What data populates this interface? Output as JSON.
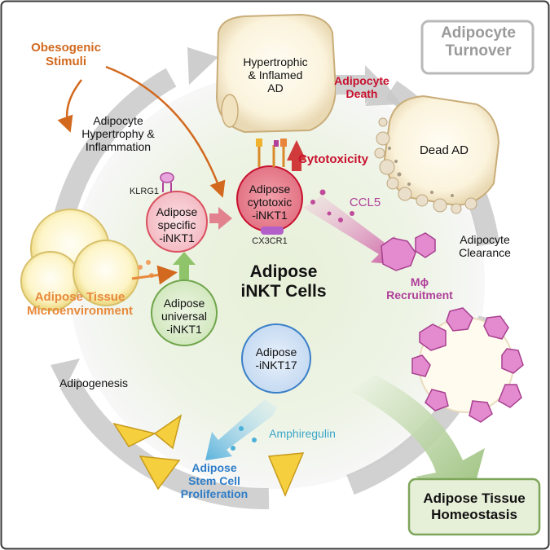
{
  "title_box": {
    "line1": "Adipocyte",
    "line2": "Turnover"
  },
  "obesogenic": {
    "line1": "Obesogenic",
    "line2": "Stimuli"
  },
  "hypertrophy": {
    "line1": "Adipocyte",
    "line2": "Hypertrophy &",
    "line3": "Inflammation"
  },
  "hypertrophic_ad": {
    "line1": "Hypertrophic",
    "line2": "& Inflamed",
    "line3": "AD"
  },
  "adipocyte_death": {
    "line1": "Adipocyte",
    "line2": "Death"
  },
  "dead_ad": "Dead AD",
  "cytotoxicity": "Cytotoxicity",
  "klrg1": "KLRG1",
  "cx3cr1": "CX3CR1",
  "ccl5": "CCL5",
  "specific_cell": {
    "line1": "Adipose",
    "line2": "specific",
    "line3": "-iNKT1"
  },
  "cytotoxic_cell": {
    "line1": "Adipose",
    "line2": "cytotoxic",
    "line3": "-iNKT1"
  },
  "universal_cell": {
    "line1": "Adipose",
    "line2": "universal",
    "line3": "-iNKT1"
  },
  "inkt17_cell": {
    "line1": "Adipose",
    "line2": "-iNKT17"
  },
  "center_title": {
    "line1": "Adipose",
    "line2": "iNKT Cells"
  },
  "clearance": {
    "line1": "Adipocyte",
    "line2": "Clearance"
  },
  "recruitment": {
    "line1": "Mϕ",
    "line2": "Recruitment"
  },
  "microenvironment": {
    "line1": "Adipose Tissue",
    "line2": "Microenvironment"
  },
  "adipogenesis": "Adipogenesis",
  "amphiregulin": "Amphiregulin",
  "stem_cell": {
    "line1": "Adipose",
    "line2": "Stem Cell",
    "line3": "Proliferation"
  },
  "homeostasis": {
    "line1": "Adipose Tissue",
    "line2": "Homeostasis"
  },
  "colors": {
    "orange": "#d2691e",
    "red": "#c8102e",
    "magenta": "#b0409a",
    "blue": "#2e7dc8",
    "cyan": "#3aa6c8",
    "gray_arrow": "#bcbcbc",
    "green": "#8db86a"
  }
}
